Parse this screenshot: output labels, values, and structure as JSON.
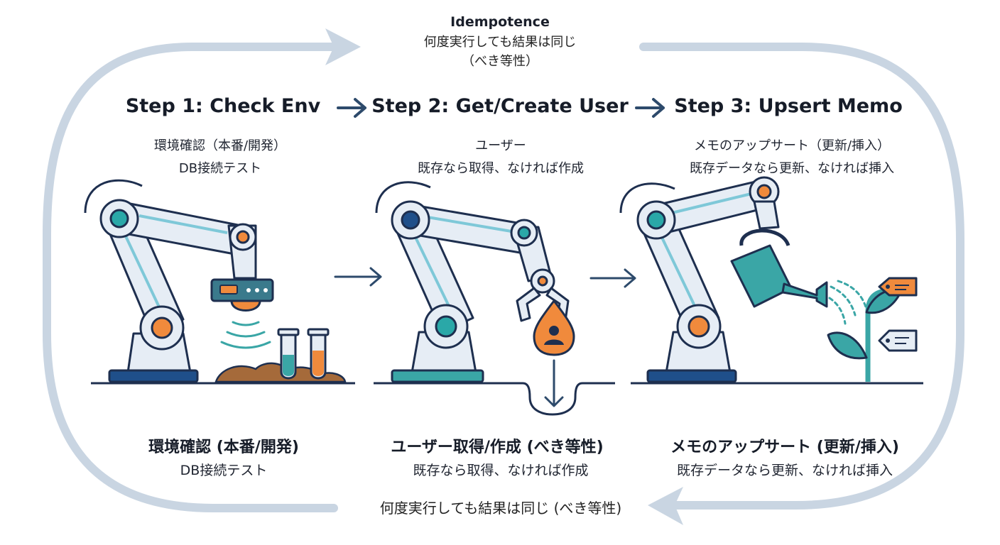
{
  "header": {
    "title": "Idempotence",
    "subtitle_line1": "何度実行しても結果は同じ",
    "subtitle_line2": "（べき等性）"
  },
  "steps": [
    {
      "title": "Step 1: Check Env",
      "desc_line1": "環境確認（本番/開発）",
      "desc_line2": "DB接続テスト",
      "caption_title": "環境確認 (本番/開発)",
      "caption_desc": "DB接続テスト"
    },
    {
      "title": "Step 2: Get/Create User",
      "desc_line1": "ユーザー",
      "desc_line2": "既存なら取得、なければ作成",
      "caption_title": "ユーザー取得/作成 (べき等性)",
      "caption_desc": "既存なら取得、なければ作成"
    },
    {
      "title": "Step 3: Upsert Memo",
      "desc_line1": "メモのアップサート（更新/挿入）",
      "desc_line2": "既存データなら更新、なければ挿入",
      "caption_title": "メモのアップサート (更新/挿入)",
      "caption_desc": "既存データなら更新、なければ挿入"
    }
  ],
  "footer": {
    "cycle_text": "何度実行しても結果は同じ (べき等性)"
  },
  "colors": {
    "cycle": "#c9d5e2",
    "arrow": "#2d4a6b",
    "robot_outline": "#1e2f4f",
    "robot_body": "#e6edf5",
    "robot_stripe": "#7ec8d8",
    "joint_teal": "#2aa8a8",
    "joint_orange": "#f08a3c",
    "base_navy": "#1f4f8a",
    "teal_accent": "#3aa6a6"
  },
  "icons": [
    "cycle-arrow-icon",
    "right-arrow-icon",
    "down-arrow-icon",
    "user-icon",
    "watering-can-icon",
    "plant-icon",
    "tag-icon",
    "test-tube-icon",
    "scanner-icon",
    "gripper-icon"
  ]
}
